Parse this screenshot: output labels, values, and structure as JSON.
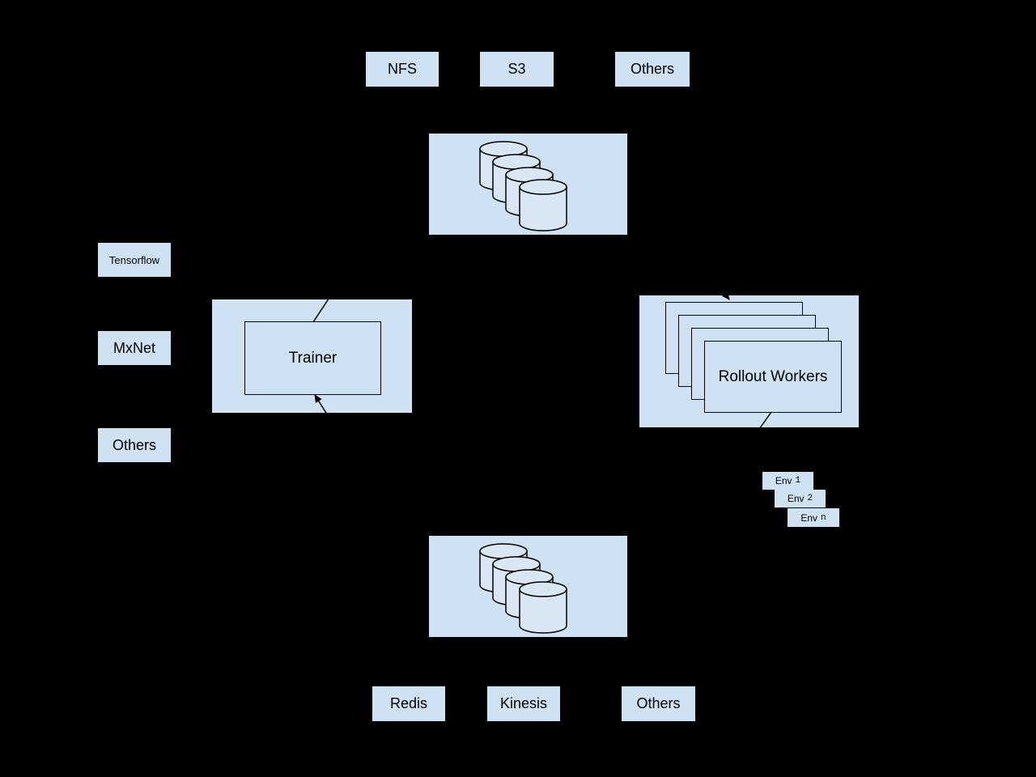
{
  "diagram": {
    "title": "distributed RL architecture diagram",
    "colors": {
      "background": "#000000",
      "node_fill": "#cfe2f3",
      "cylinder_fill": "#d9e6f4",
      "stroke": "#000000"
    },
    "top_storage": {
      "items": [
        {
          "label": "NFS"
        },
        {
          "label": "S3"
        },
        {
          "label": "Others"
        }
      ]
    },
    "frameworks": {
      "items": [
        {
          "label": "Tensorflow"
        },
        {
          "label": "MxNet"
        },
        {
          "label": "Others"
        }
      ]
    },
    "trainer": {
      "label": "Trainer"
    },
    "rollout": {
      "label": "Rollout Workers"
    },
    "envs": {
      "items": [
        {
          "prefix": "Env",
          "suffix": "1"
        },
        {
          "prefix": "Env",
          "suffix": "2"
        },
        {
          "prefix": "Env",
          "suffix": "n"
        }
      ]
    },
    "bottom_storage": {
      "items": [
        {
          "label": "Redis"
        },
        {
          "label": "Kinesis"
        },
        {
          "label": "Others"
        }
      ]
    },
    "database_clusters": {
      "top": {
        "cylinder_count": 4
      },
      "bottom": {
        "cylinder_count": 4
      }
    }
  }
}
